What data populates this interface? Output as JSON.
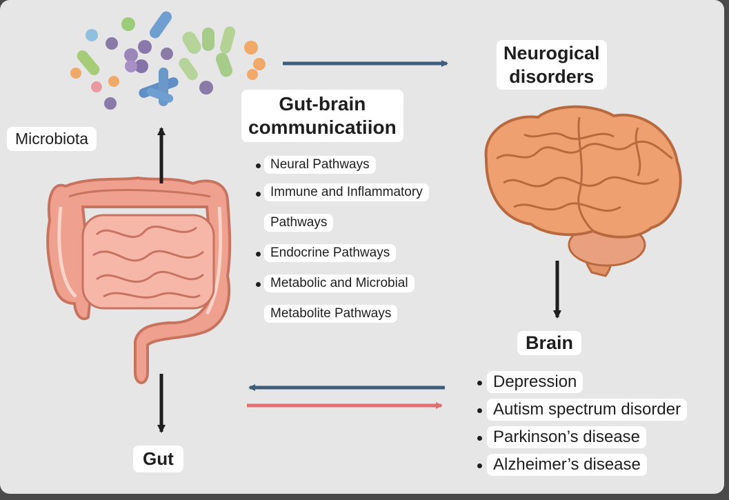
{
  "labels": {
    "microbiota": "Microbiota",
    "gut": "Gut",
    "brain": "Brain",
    "communication_line1": "Gut-brain",
    "communication_line2": "communicatiion",
    "neuro_line1": "Neurogical",
    "neuro_line2": "disorders"
  },
  "pathways": [
    "Neural Pathways",
    "Immune and Inflammatory",
    "Pathways",
    "Endocrine Pathways",
    "Metabolic and Microbial",
    "Metabolite Pathways"
  ],
  "disorders": [
    "Depression",
    "Autism spectrum disorder",
    "Parkinson’s disease",
    "Alzheimer’s disease"
  ],
  "colors": {
    "background": "#e6e6e7",
    "arrow_blue": "#3e5e7e",
    "arrow_red": "#e0706f",
    "arrow_black": "#1e1e1e",
    "gut_fill": "#f0a08f",
    "gut_stroke": "#c8735f",
    "brain_fill": "#eea070",
    "brain_stroke": "#b86a3e"
  }
}
